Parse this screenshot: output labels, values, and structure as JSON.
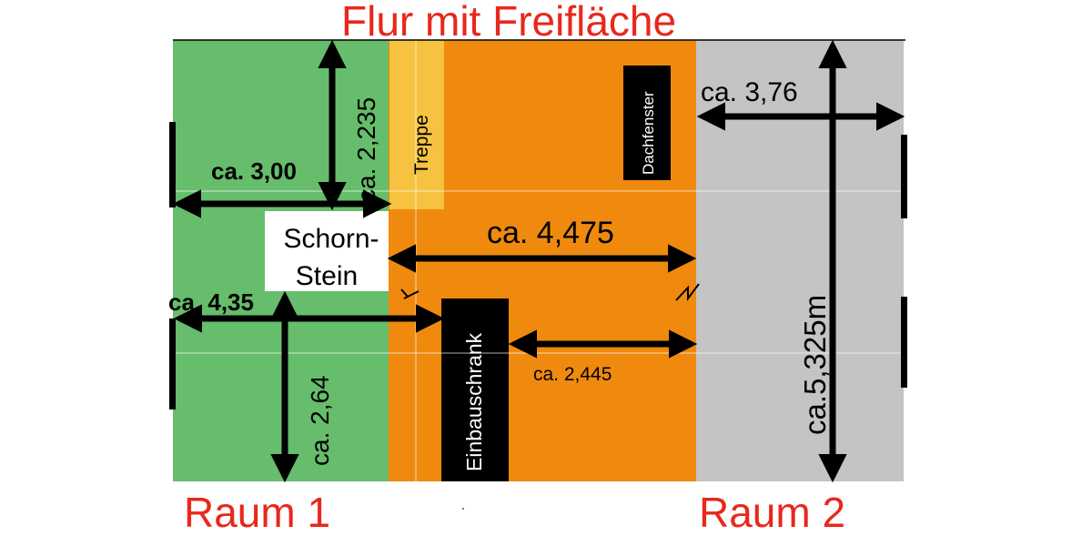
{
  "header": {
    "title": "Flur mit Freifläche"
  },
  "rooms": {
    "room1": "Raum 1",
    "room2": "Raum 2"
  },
  "features": {
    "stairs": "Treppe",
    "skylight": "Dachfenster",
    "chimney_line1": "Schorn-",
    "chimney_line2": "Stein",
    "closet": "Einbauschrank"
  },
  "dimensions": {
    "green_height_top": "ca. 2,235",
    "green_width_top": "ca. 3,00",
    "hall_width": "ca. 4,475",
    "green_width_bottom": "ca. 4,35",
    "green_height_bottom": "ca. 2,64",
    "hall_gap": "ca. 2,445",
    "gray_width": "ca. 3,76",
    "gray_height": "ca.5,325m"
  },
  "colors": {
    "room1": "#66bd6b",
    "hall": "#ef8a0e",
    "room2": "#c4c4c4",
    "stairs": "#f6c23f",
    "black": "#000000",
    "heading": "#e8281c"
  }
}
